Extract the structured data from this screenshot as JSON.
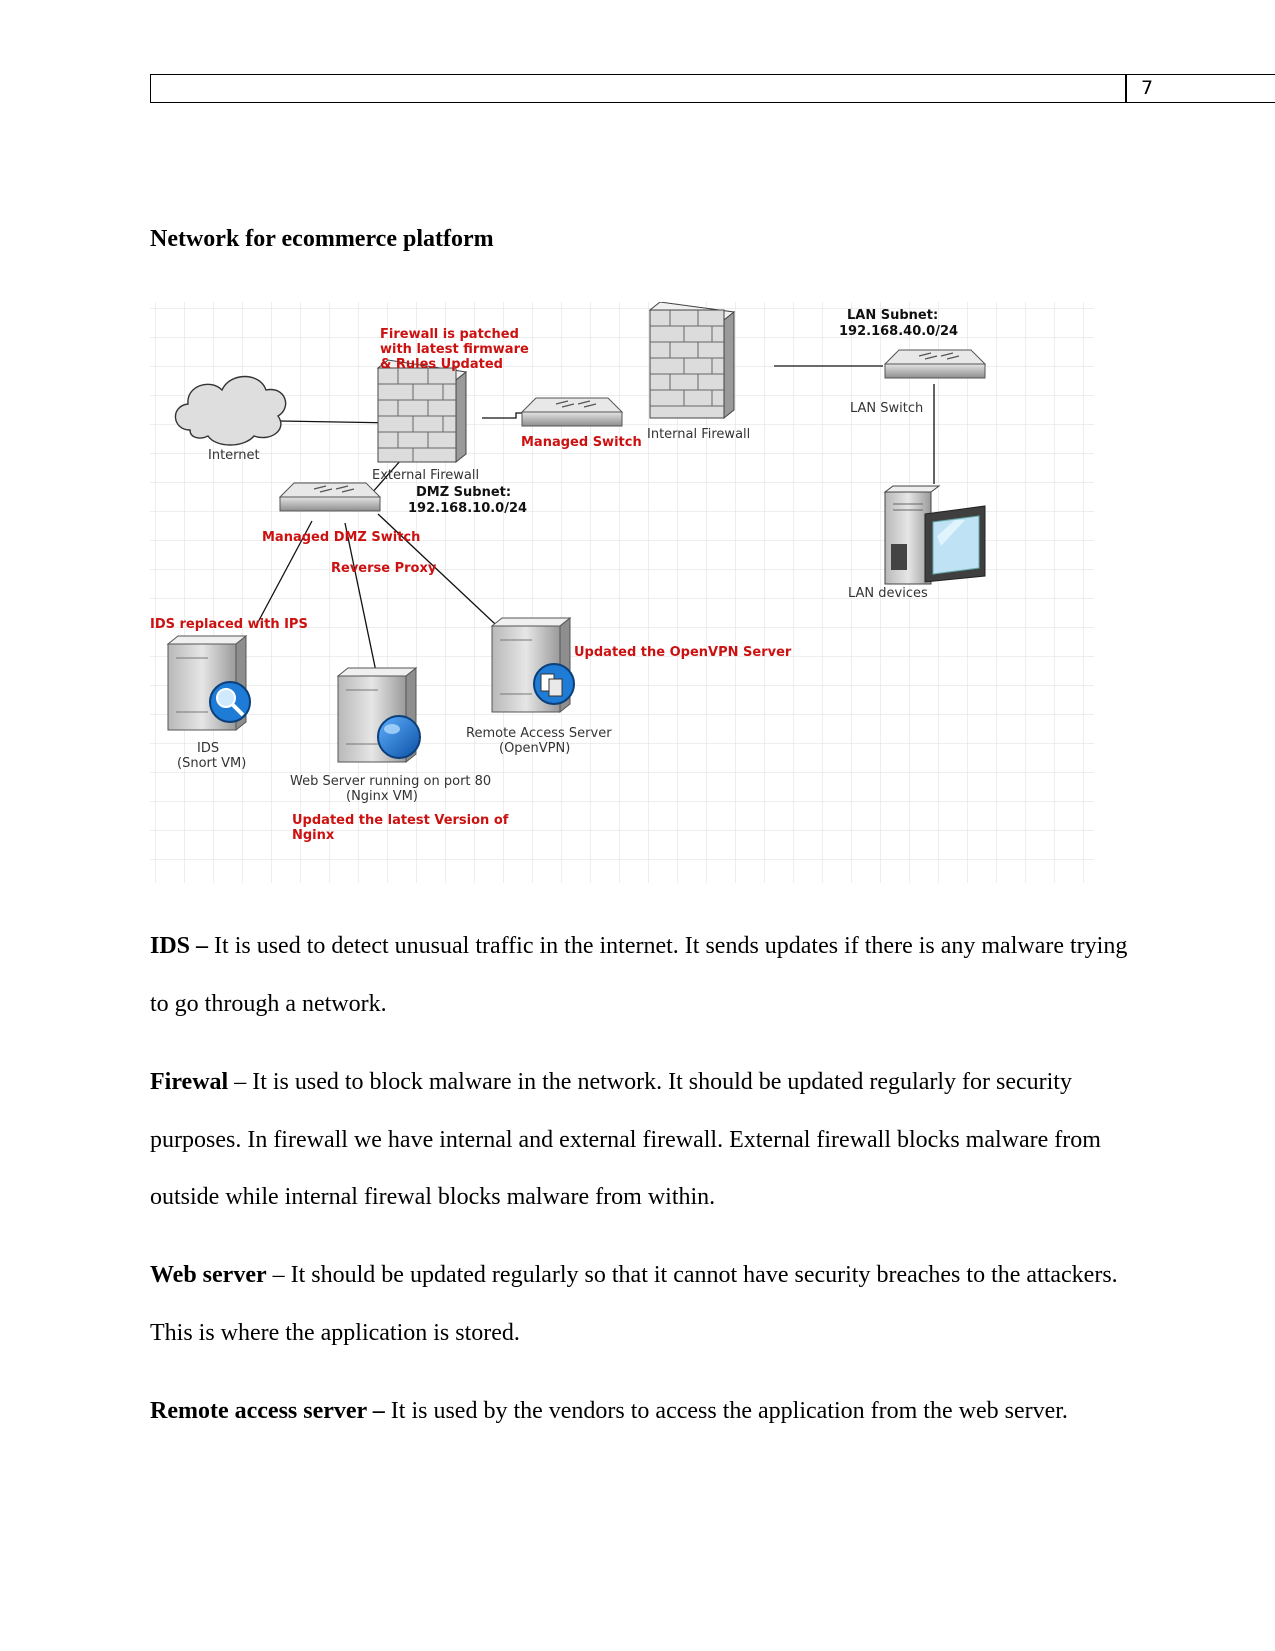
{
  "header": {
    "page_number": "7"
  },
  "title": "Network for ecommerce platform",
  "diagram": {
    "labels": {
      "internet": "Internet",
      "external_firewall": "External Firewall",
      "managed_switch": "Managed Switch",
      "internal_firewall": "Internal Firewall",
      "lan_switch": "LAN Switch",
      "lan_devices": "LAN devices",
      "ids_1": "IDS",
      "ids_2": "(Snort VM)",
      "web_server_1": "Web Server running on port 80",
      "web_server_2": "(Nginx VM)",
      "remote_access_1": "Remote Access Server",
      "remote_access_2": "(OpenVPN)"
    },
    "notes": {
      "firewall_patched_1": "Firewall is patched",
      "firewall_patched_2": "with latest firmware",
      "firewall_patched_3": "& Rules Updated",
      "managed_dmz_switch": "Managed DMZ Switch",
      "reverse_proxy": "Reverse Proxy",
      "ids_replaced": "IDS replaced with IPS",
      "openvpn_updated": "Updated the OpenVPN Server",
      "nginx_updated_1": "Updated the latest Version of",
      "nginx_updated_2": "Nginx"
    },
    "subnets": {
      "lan_title": "LAN Subnet:",
      "lan_value": "192.168.40.0/24",
      "dmz_title": "DMZ Subnet:",
      "dmz_value": "192.168.10.0/24"
    },
    "colors": {
      "note_red": "#cc1111",
      "globe_blue": "#1e7bd6",
      "grid": "#dcdcdc"
    }
  },
  "paragraphs": {
    "ids": {
      "term": "IDS –",
      "text": " It is used to detect unusual traffic in the internet. It sends updates if there is any malware trying to go through a network."
    },
    "firewall": {
      "term": "Firewal",
      "text": " – It is used to block malware in the network. It should be updated regularly for security purposes. In firewall we have internal and external firewall. External firewall blocks malware from outside while internal firewal blocks malware from within."
    },
    "web_server": {
      "term": "Web server",
      "text": " – It should be updated regularly so that it cannot have security breaches to the attackers. This is where the application is stored."
    },
    "remote_access": {
      "term": "Remote access server –",
      "text": " It is used by the vendors to access the application from the web server."
    }
  }
}
